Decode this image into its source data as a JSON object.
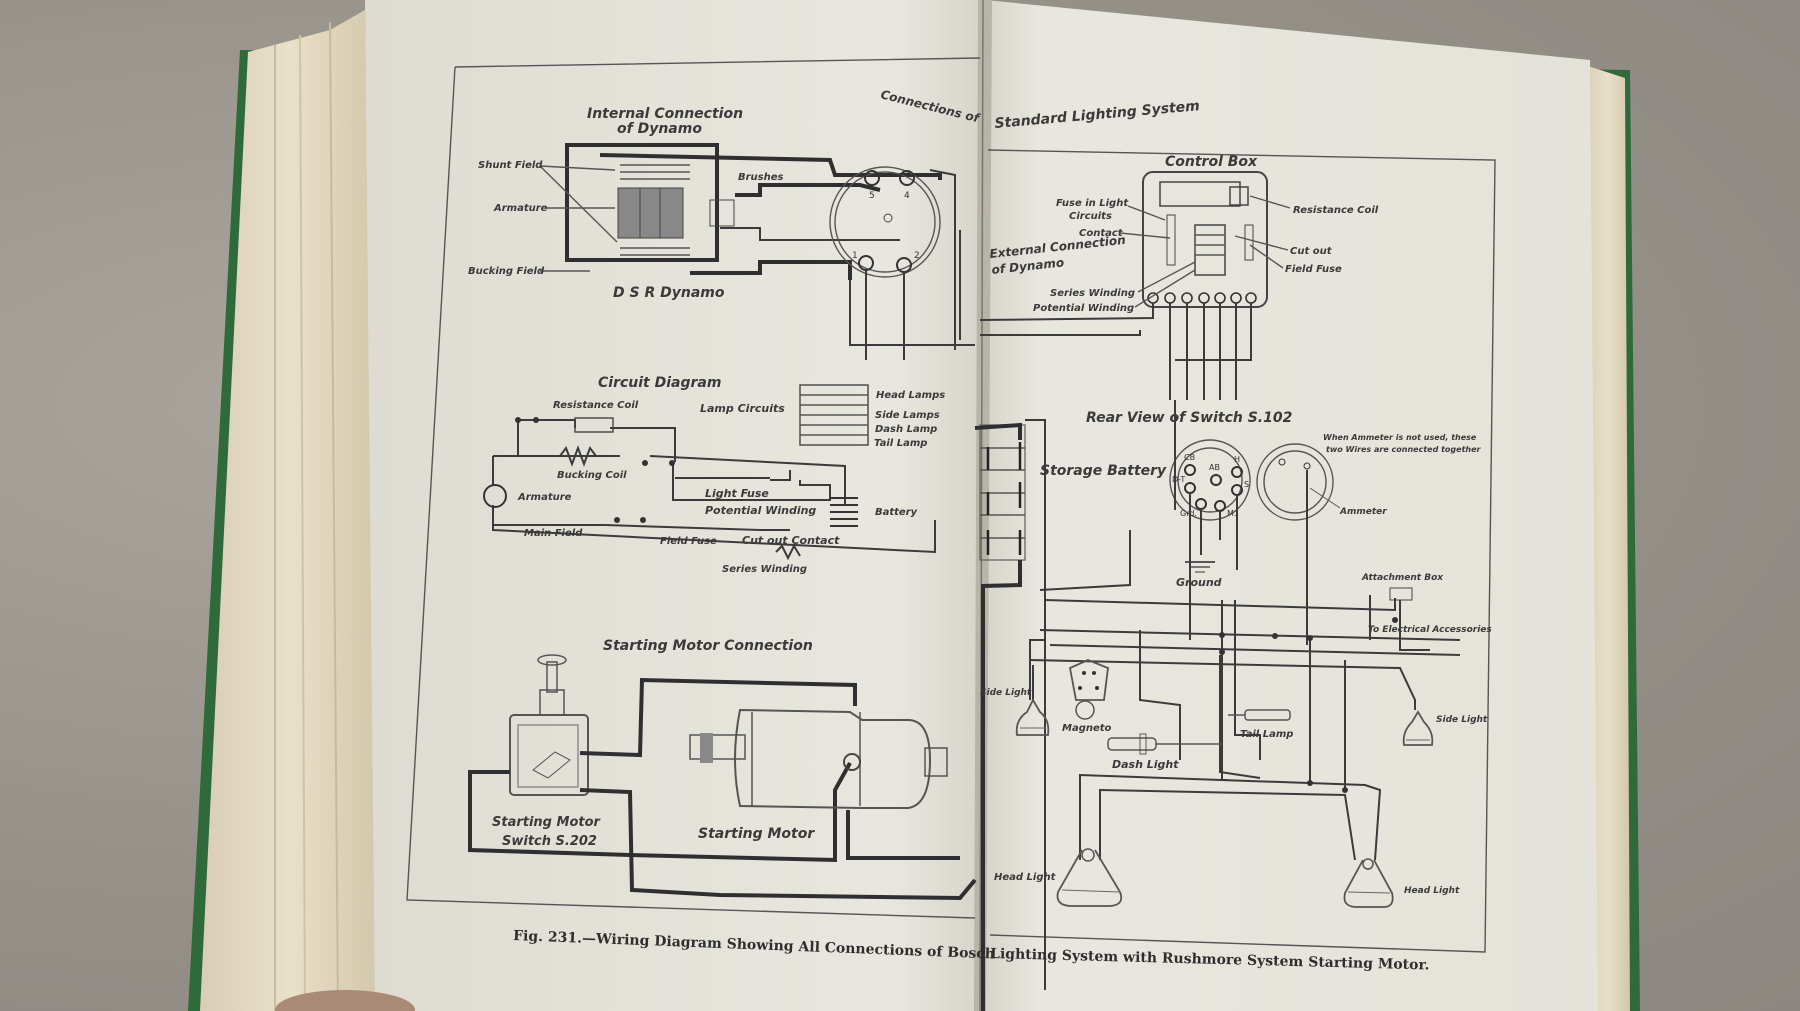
{
  "figure": {
    "caption_left": "Fig. 231.—Wiring Diagram Showing All Connections of Bosch",
    "caption_right": "Lighting System with Rushmore System Starting Motor.",
    "banner_left": "Connections of",
    "banner_right": "Standard Lighting System"
  },
  "dynamo": {
    "title_line1": "Internal Connection",
    "title_line2": "of Dynamo",
    "name": "D S R Dynamo",
    "labels": {
      "shunt_field": "Shunt Field",
      "armature": "Armature",
      "bucking_field": "Bucking Field",
      "brushes": "Brushes"
    },
    "external_label_line1": "External Connection",
    "external_label_line2": "of Dynamo",
    "terminals": [
      "5",
      "4",
      "1",
      "2"
    ]
  },
  "circuit": {
    "title": "Circuit Diagram",
    "labels": {
      "resistance_coil": "Resistance Coil",
      "lamp_circuits": "Lamp Circuits",
      "bucking_coil": "Bucking Coil",
      "armature": "Armature",
      "main_field": "Main Field",
      "light_fuse": "Light Fuse",
      "potential_winding": "Potential Winding",
      "field_fuse": "Field Fuse",
      "cut_out_contact": "Cut out Contact",
      "series_winding": "Series Winding",
      "battery": "Battery"
    },
    "lamps": [
      "Head Lamps",
      "Side Lamps",
      "Dash Lamp",
      "Tail Lamp"
    ]
  },
  "starting": {
    "title": "Starting Motor Connection",
    "switch_line1": "Starting Motor",
    "switch_line2": "Switch S.202",
    "motor": "Starting Motor"
  },
  "control_box": {
    "title": "Control Box",
    "labels": {
      "fuse_line1": "Fuse in Light",
      "fuse_line2": "Circuits",
      "contact": "Contact",
      "series_winding": "Series Winding",
      "potential_winding": "Potential Winding",
      "resistance_coil": "Resistance Coil",
      "cut_out": "Cut out",
      "field_fuse": "Field Fuse"
    }
  },
  "switch": {
    "title": "Rear View of Switch S.102",
    "storage_battery": "Storage Battery",
    "terminals": [
      "CB",
      "AB",
      "H",
      "D-T",
      "S",
      "Grd.",
      "M."
    ],
    "ammeter": "Ammeter",
    "ammeter_note_line1": "When Ammeter is not used, these",
    "ammeter_note_line2": "two Wires are connected together",
    "ground": "Ground",
    "attachment_box": "Attachment Box",
    "accessories": "To Electrical Accessories"
  },
  "lamps": {
    "side_light_left": "Side Light",
    "side_light_right": "Side Light",
    "magneto": "Magneto",
    "tail_lamp": "Tail Lamp",
    "dash_light": "Dash Light",
    "head_light_left": "Head Light",
    "head_light_right": "Head Light"
  },
  "colors": {
    "page": "#e9e8df",
    "ink": "#333333",
    "cover": "#2f6b3a",
    "background": "#9c9890"
  }
}
